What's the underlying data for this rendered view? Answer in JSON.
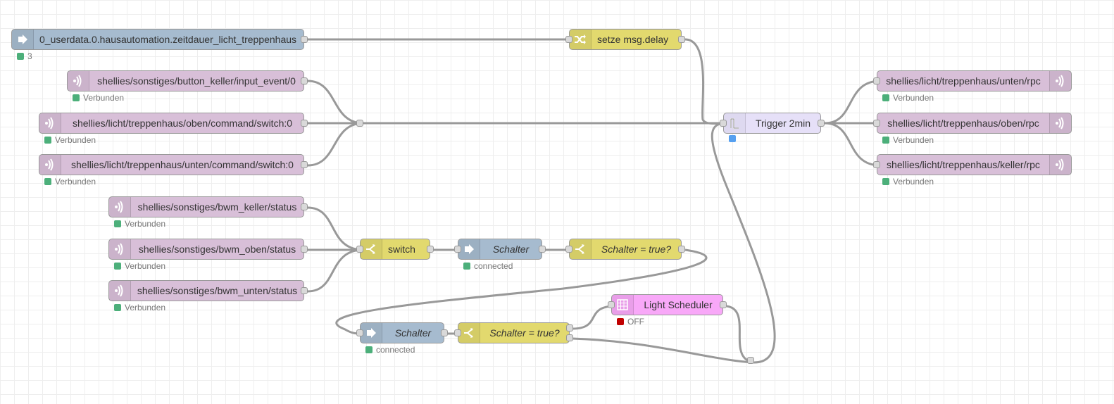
{
  "flow": {
    "nodes": {
      "userdata": {
        "label": "0_userdata.0.hausautomation.zeitdauer_licht_treppenhaus",
        "status": "3",
        "status_color": "#4caf7a",
        "icon": "arrow-right-icon"
      },
      "setze": {
        "label": "setze msg.delay",
        "icon": "shuffle-icon"
      },
      "mqtt_button_keller": {
        "label": "shellies/sonstiges/button_keller/input_event/0",
        "status": "Verbunden",
        "icon": "mqtt-icon"
      },
      "mqtt_oben_cmd": {
        "label": "shellies/licht/treppenhaus/oben/command/switch:0",
        "status": "Verbunden",
        "icon": "mqtt-icon"
      },
      "mqtt_unten_cmd": {
        "label": "shellies/licht/treppenhaus/unten/command/switch:0",
        "status": "Verbunden",
        "icon": "mqtt-icon"
      },
      "trigger": {
        "label": "Trigger 2min",
        "status_color": "#56a0f0",
        "icon": "trigger-icon"
      },
      "out_unten": {
        "label": "shellies/licht/treppenhaus/unten/rpc",
        "status": "Verbunden",
        "icon": "mqtt-icon"
      },
      "out_oben": {
        "label": "shellies/licht/treppenhaus/oben/rpc",
        "status": "Verbunden",
        "icon": "mqtt-icon"
      },
      "out_keller": {
        "label": "shellies/licht/treppenhaus/keller/rpc",
        "status": "Verbunden",
        "icon": "mqtt-icon"
      },
      "bwm_keller": {
        "label": "shellies/sonstiges/bwm_keller/status",
        "status": "Verbunden",
        "icon": "mqtt-icon"
      },
      "bwm_oben": {
        "label": "shellies/sonstiges/bwm_oben/status",
        "status": "Verbunden",
        "icon": "mqtt-icon"
      },
      "bwm_unten": {
        "label": "shellies/sonstiges/bwm_unten/status",
        "status": "Verbunden",
        "icon": "mqtt-icon"
      },
      "switch1": {
        "label": "switch",
        "icon": "switch-icon"
      },
      "schalter1": {
        "label": "Schalter",
        "status": "connected",
        "icon": "arrow-right-icon"
      },
      "schalter_true1": {
        "label": "Schalter = true?",
        "icon": "switch-icon"
      },
      "light_sched": {
        "label": "Light Scheduler",
        "status": "OFF",
        "status_color": "#c00000",
        "icon": "calendar-grid-icon"
      },
      "schalter2": {
        "label": "Schalter",
        "status": "connected",
        "icon": "arrow-right-icon"
      },
      "schalter_true2": {
        "label": "Schalter = true?",
        "icon": "switch-icon"
      }
    },
    "colors": {
      "inject": "#a6bbcf",
      "mqtt": "#d8bfd8",
      "function": "#e2d96e",
      "trigger": "#e6e0f8",
      "scheduler": "#f8a8f8",
      "status_ok": "#4caf7a"
    }
  }
}
